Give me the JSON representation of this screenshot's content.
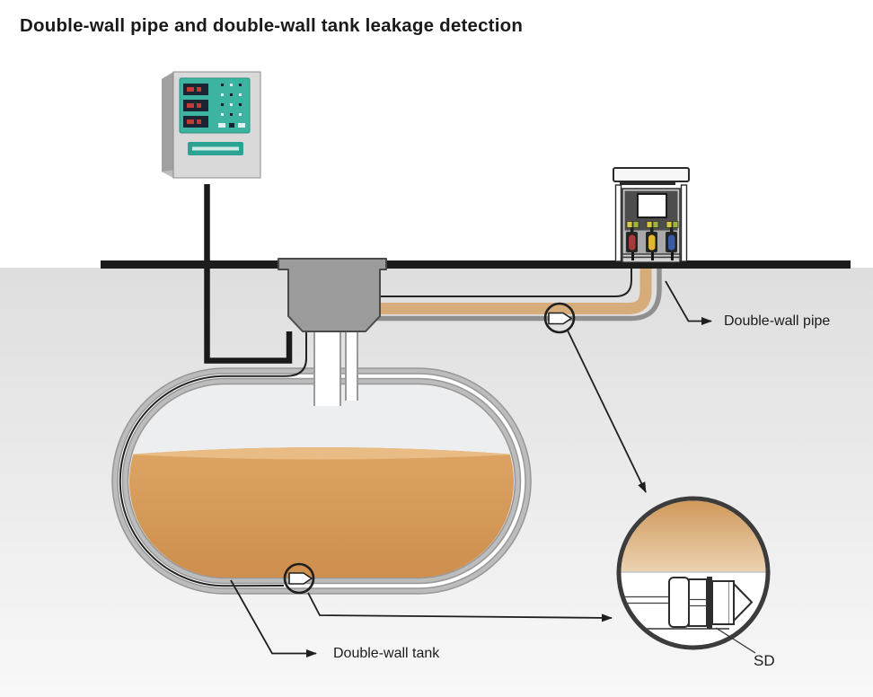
{
  "title": "Double-wall pipe and double-wall tank leakage detection",
  "labels": {
    "pipe": "Double-wall pipe",
    "tank": "Double-wall tank",
    "sd": "SD"
  },
  "colors": {
    "ground": "#1c1c1c",
    "underground_top": "#dedede",
    "underground_bottom": "#f8f8f8",
    "sump_gray": "#9b9b9b",
    "sump_outline": "#4a4a4a",
    "tank_wall_edge": "#979797",
    "tank_wall": "#bcbcbc",
    "tank_interior": "#edeef0",
    "liquid_top": "#e9bb85",
    "liquid_mid": "#dca463",
    "liquid_dark": "#cd8d4c",
    "pipe_tan": "#d6ac7a",
    "pipe_gray": "#8f8f8f",
    "cable_black": "#1a1a1a",
    "circle_tan_top": "#cf9758",
    "circle_tan_bottom": "#ecd2b2",
    "panel_green": "#3db4a1",
    "panel_label_green": "#2ba293",
    "display_navy": "#1a2433",
    "cabinet_gray": "#d9d9d9",
    "cabinet_side": "#a0a0a0",
    "nozzle_red": "#a93a3c",
    "nozzle_yellow": "#e2b631",
    "nozzle_blue": "#3c5ba5",
    "detail_circle_stroke": "#3c3c3c"
  }
}
